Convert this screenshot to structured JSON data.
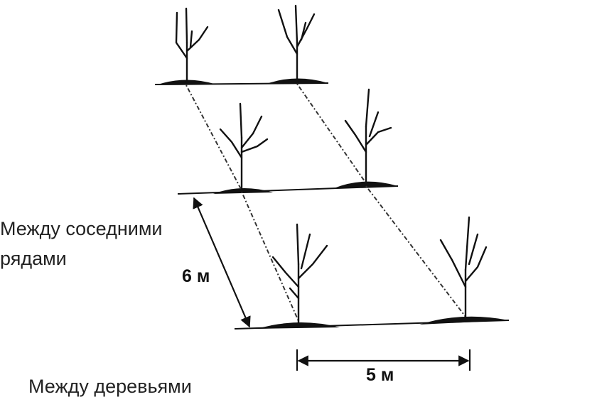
{
  "labels": {
    "row_spacing_line1": "Между соседними",
    "row_spacing_line2": "рядами",
    "tree_spacing": "Между деревьями"
  },
  "dimensions": {
    "row_spacing": "6 м",
    "tree_spacing": "5 м"
  },
  "colors": {
    "ink": "#111111",
    "background": "#ffffff"
  }
}
